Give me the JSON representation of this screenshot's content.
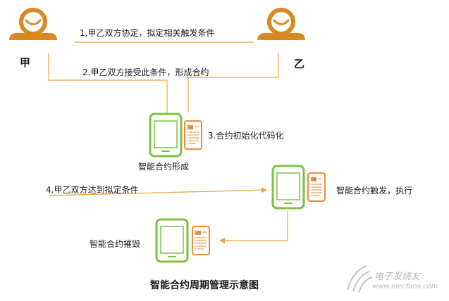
{
  "parties": {
    "a": "甲",
    "b": "乙"
  },
  "steps": [
    {
      "text": "1.甲乙双方协定，拟定相关触发条件"
    },
    {
      "text": "2.甲乙双方接受此条件，形成合约"
    },
    {
      "text": "3.合约初始化代码化"
    },
    {
      "text": "4.甲乙双方达到拟定条件"
    }
  ],
  "states": {
    "formed": "智能合约形成",
    "triggered": "智能合约触发，执行",
    "destroyed": "智能合约摧毁"
  },
  "title": "智能合约周期管理示意图",
  "watermark": {
    "name": "电子发烧友",
    "url": "www.elecfans.com"
  },
  "colors": {
    "person": "#d9891f",
    "connector": "#efa23a",
    "phone": "#7cc142",
    "document": "#ef8a3a",
    "text": "#1a1a1a"
  }
}
